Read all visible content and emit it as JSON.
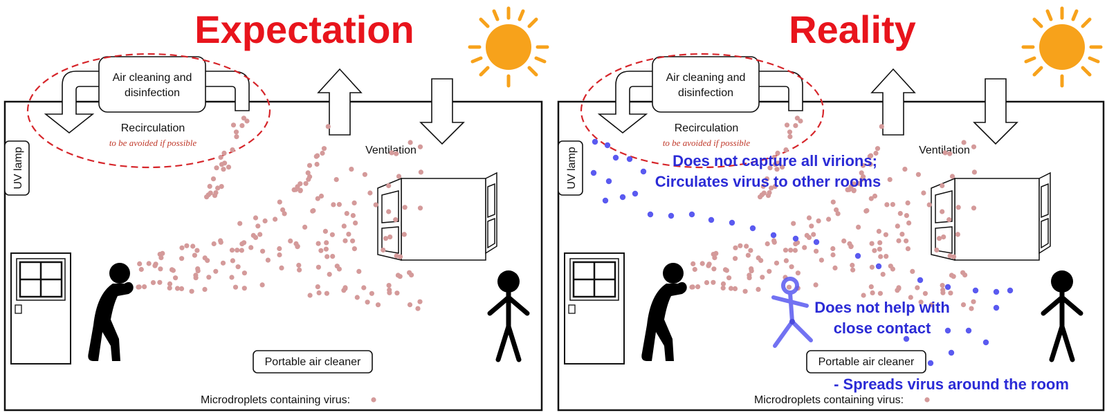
{
  "colors": {
    "title": "#e8141c",
    "sun": "#f7a21b",
    "droplet": "#d49a9a",
    "annotation": "#2b2bd6",
    "annotation_dots": "#5a5af0",
    "ellipse": "#d6262b",
    "person": "#000000"
  },
  "icons": [
    "sun-icon",
    "door-icon",
    "window-icon",
    "coughing-person-icon",
    "standing-person-icon",
    "airflow-arrow-icon",
    "uv-lamp-icon"
  ],
  "panels": [
    {
      "title": "Expectation",
      "air_cleaning": "Air cleaning and",
      "air_cleaning_2": "disinfection",
      "recirculation": "Recirculation",
      "recirculation_note": "to be avoided if  possible",
      "ventilation": "Ventilation",
      "uv_lamp": "UV lamp",
      "portable_cleaner": "Portable air cleaner",
      "microdroplets": "Microdroplets containing virus:"
    },
    {
      "title": "Reality",
      "air_cleaning": "Air cleaning and",
      "air_cleaning_2": "disinfection",
      "recirculation": "Recirculation",
      "recirculation_note": "to be avoided if  possible",
      "ventilation": "Ventilation",
      "uv_lamp": "UV lamp",
      "portable_cleaner": "Portable air cleaner",
      "microdroplets": "Microdroplets containing virus:",
      "annotations": {
        "capture_1": "Does not capture all virions;",
        "capture_2": "Circulates virus to other rooms",
        "contact_1": "Does not help with",
        "contact_2": "close contact",
        "spread": "- Spreads virus around the room"
      }
    }
  ]
}
